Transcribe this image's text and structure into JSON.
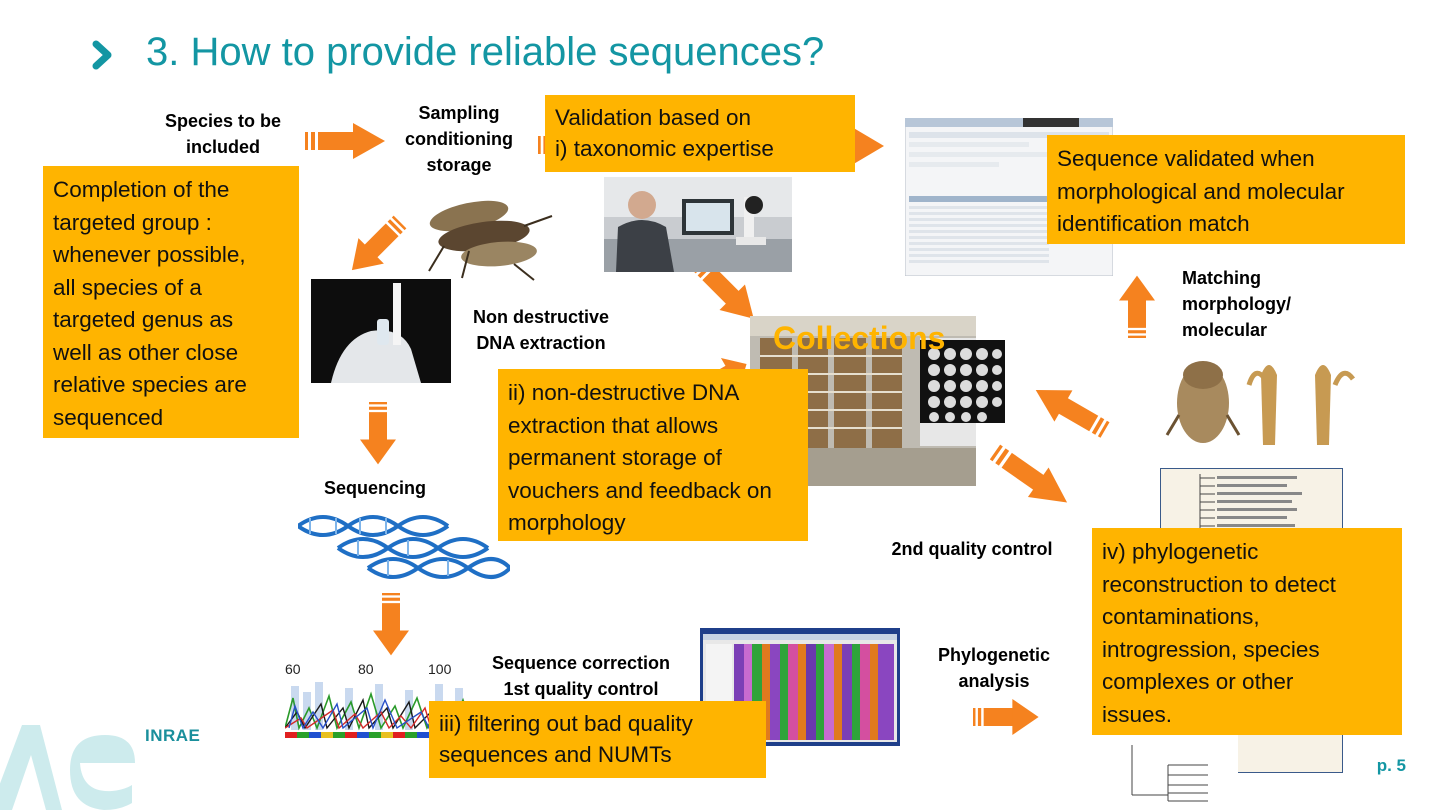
{
  "slide": {
    "title": "3. How to provide reliable sequences?",
    "page_number": "p. 5",
    "logo_text": "INRAE"
  },
  "labels": {
    "species": "Species to be\nincluded",
    "sampling": "Sampling\nconditioning\nstorage",
    "non_destructive": "Non destructive\nDNA extraction",
    "sequencing": "Sequencing",
    "sequence_correction": "Sequence correction\n1st quality control",
    "phylogenetic": "Phylogenetic\nanalysis",
    "second_qc": "2nd quality control",
    "matching": "Matching\nmorphology/\nmolecular",
    "collections": "Collections"
  },
  "boxes": {
    "completion": "Completion of the\ntargeted group :\nwhenever possible,\nall species of a\ntargeted genus as\nwell as other close\nrelative species are\nsequenced",
    "validation": "Validation based on\ni) taxonomic expertise",
    "validated": "Sequence validated when\nmorphological and molecular\nidentification match",
    "nondestructive_box": "ii) non-destructive DNA\nextraction that allows\npermanent storage of\nvouchers and feedback on\nmorphology",
    "filtering": "iii) filtering out bad quality\nsequences and NUMTs",
    "phylo_box": "iv) phylogenetic\nreconstruction to detect\ncontaminations,\nintrogression, species\ncomplexes or other\nissues."
  },
  "chromatogram_axis": [
    "60",
    "80",
    "100"
  ],
  "colors": {
    "accent_teal": "#1396a3",
    "box_orange": "#ffb400",
    "arrow_orange": "#f5821f"
  }
}
